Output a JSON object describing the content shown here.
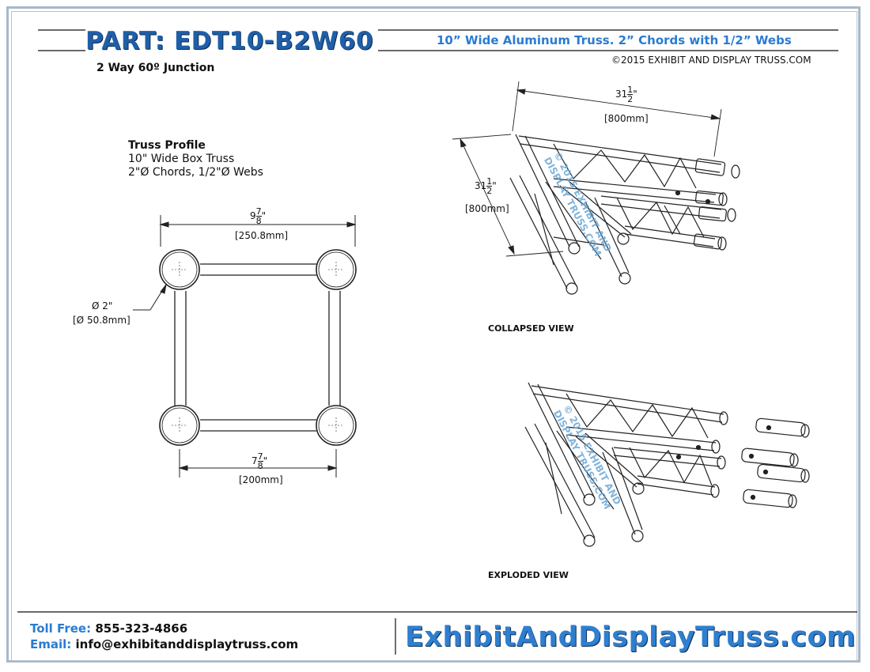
{
  "header": {
    "part_title": "PART: EDT10-B2W60",
    "subtitle": "10” Wide Aluminum Truss. 2” Chords with 1/2” Webs",
    "copyright": "©2015 EXHIBIT AND DISPLAY TRUSS.COM",
    "junction": "2 Way 60º Junction"
  },
  "profile": {
    "title": "Truss Profile",
    "line1": "10\" Wide Box Truss",
    "line2": "2\"Ø Chords, 1/2\"Ø Webs"
  },
  "dimensions": {
    "top_width_whole": "9",
    "top_width_num": "7",
    "top_width_den": "8",
    "top_width_mm": "[250.8mm]",
    "bottom_width_whole": "7",
    "bottom_width_num": "7",
    "bottom_width_den": "8",
    "bottom_width_mm": "[200mm]",
    "chord_dia": "Ø 2\"",
    "chord_dia_mm": "[Ø 50.8mm]",
    "leg1_whole": "31",
    "leg1_num": "1",
    "leg1_den": "2",
    "leg1_mm": "[800mm]",
    "leg2_whole": "31",
    "leg2_num": "1",
    "leg2_den": "2",
    "leg2_mm": "[800mm]"
  },
  "views": {
    "collapsed": "COLLAPSED VIEW",
    "exploded": "EXPLODED VIEW"
  },
  "watermark": {
    "line1": "© 2015 EXHIBIT AND",
    "line2": "DISPLAY TRUSS.COM"
  },
  "footer": {
    "toll_label": "Toll Free:",
    "toll_value": "855-323-4866",
    "email_label": "Email:",
    "email_value": "info@exhibitanddisplaytruss.com",
    "site": "ExhibitAndDisplayTruss.com"
  },
  "colors": {
    "title_blue": "#1f5fa8",
    "accent_blue": "#2a7bd1",
    "frame": "#a9b8c8"
  }
}
